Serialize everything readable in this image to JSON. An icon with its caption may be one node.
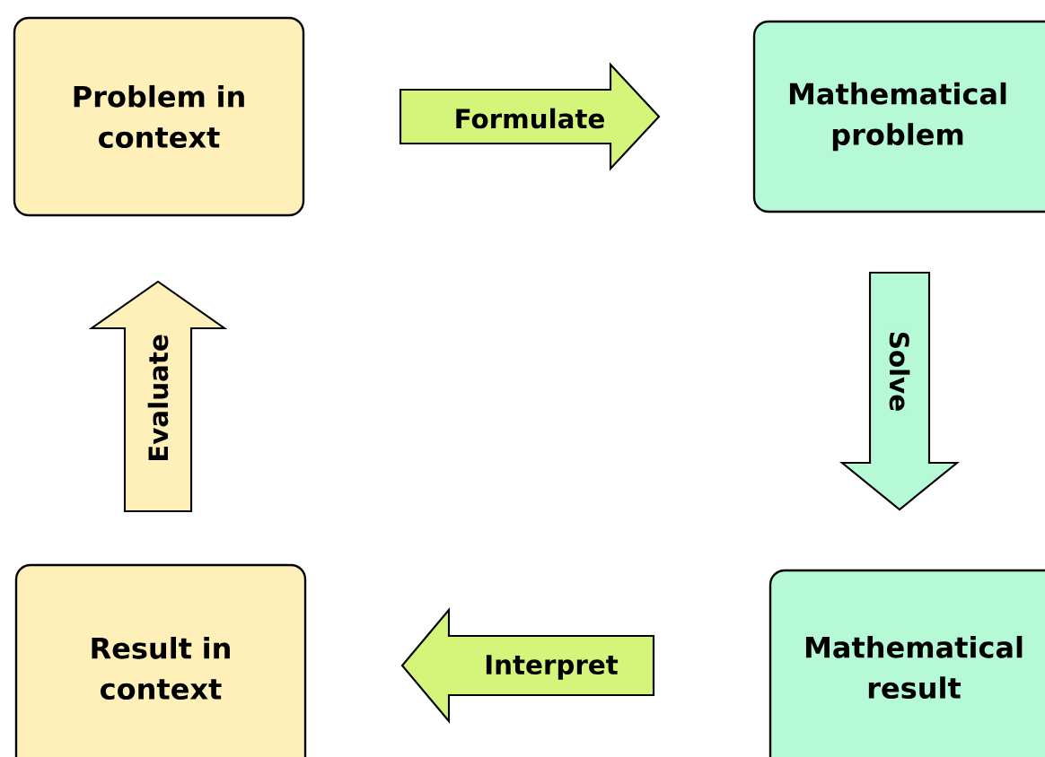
{
  "diagram": {
    "nodes": [
      {
        "text": [
          "Problem in context"
        ]
      },
      {
        "text": [
          "Mathematical problem"
        ]
      },
      {
        "text": [
          "Result in context"
        ]
      },
      {
        "text": [
          "Mathematical result"
        ]
      }
    ],
    "edges": [
      {
        "from": 0,
        "to": 1,
        "arrow": "to",
        "label": "Formulate",
        "color": "#d4f57a"
      },
      {
        "from": 1,
        "to": 3,
        "arrow": "to",
        "label": "Solve",
        "color": "#b5f9d6"
      },
      {
        "from": 3,
        "to": 2,
        "arrow": "to",
        "label": "Interpret",
        "color": "#d4f57a"
      },
      {
        "from": 2,
        "to": 0,
        "arrow": "to",
        "label": "Evaluate",
        "color": "#fef0b8"
      }
    ]
  }
}
